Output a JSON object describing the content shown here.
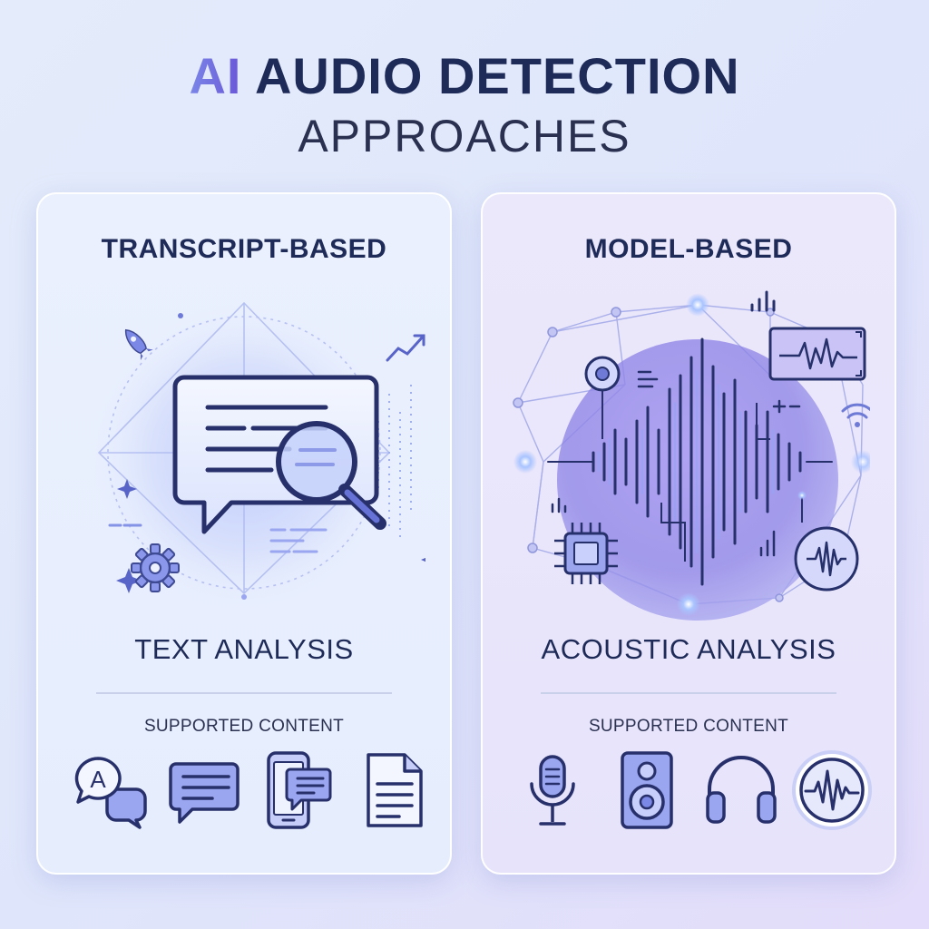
{
  "title": {
    "highlight": "AI",
    "line1_rest": "AUDIO DETECTION",
    "line2": "APPROACHES"
  },
  "panels": {
    "left": {
      "heading": "TRANSCRIPT-BASED",
      "analysis": "TEXT ANALYSIS",
      "supported_label": "SUPPORTED CONTENT",
      "icons": [
        "translation-chat-icon",
        "message-bubble-icon",
        "mobile-chat-icon",
        "document-icon"
      ],
      "search_letter": "A"
    },
    "right": {
      "heading": "MODEL-BASED",
      "analysis": "ACOUSTIC ANALYSIS",
      "supported_label": "SUPPORTED CONTENT",
      "icons": [
        "microphone-icon",
        "speaker-icon",
        "headphones-icon",
        "soundwave-icon"
      ]
    }
  },
  "colors": {
    "navy": "#1e2a57",
    "accent_blue": "#7b86e8",
    "accent_purple": "#8a6fe0",
    "icon_fill": "#9aa6ef"
  }
}
